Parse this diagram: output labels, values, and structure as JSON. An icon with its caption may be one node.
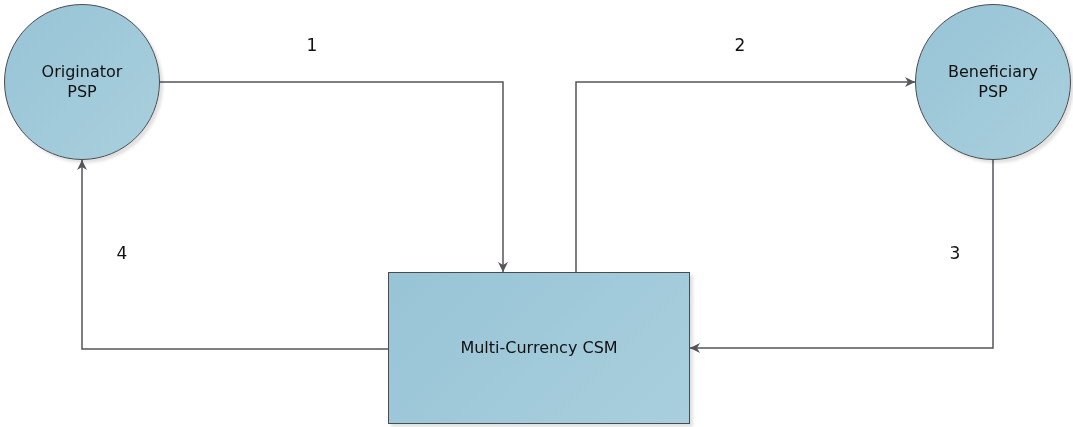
{
  "diagram": {
    "nodes": [
      {
        "text": [
          "Originator PSP"
        ]
      },
      {
        "text": [
          "Beneficiary PSP"
        ]
      },
      {
        "text": [
          "Multi-Currency CSM"
        ]
      }
    ],
    "edges": [
      {
        "from": 0,
        "to": 2,
        "arrow": "to",
        "label": "1"
      },
      {
        "from": 2,
        "to": 1,
        "arrow": "to",
        "label": "2"
      },
      {
        "from": 1,
        "to": 2,
        "arrow": "to",
        "label": "3"
      },
      {
        "from": 2,
        "to": 0,
        "arrow": "to",
        "label": "4"
      }
    ]
  }
}
